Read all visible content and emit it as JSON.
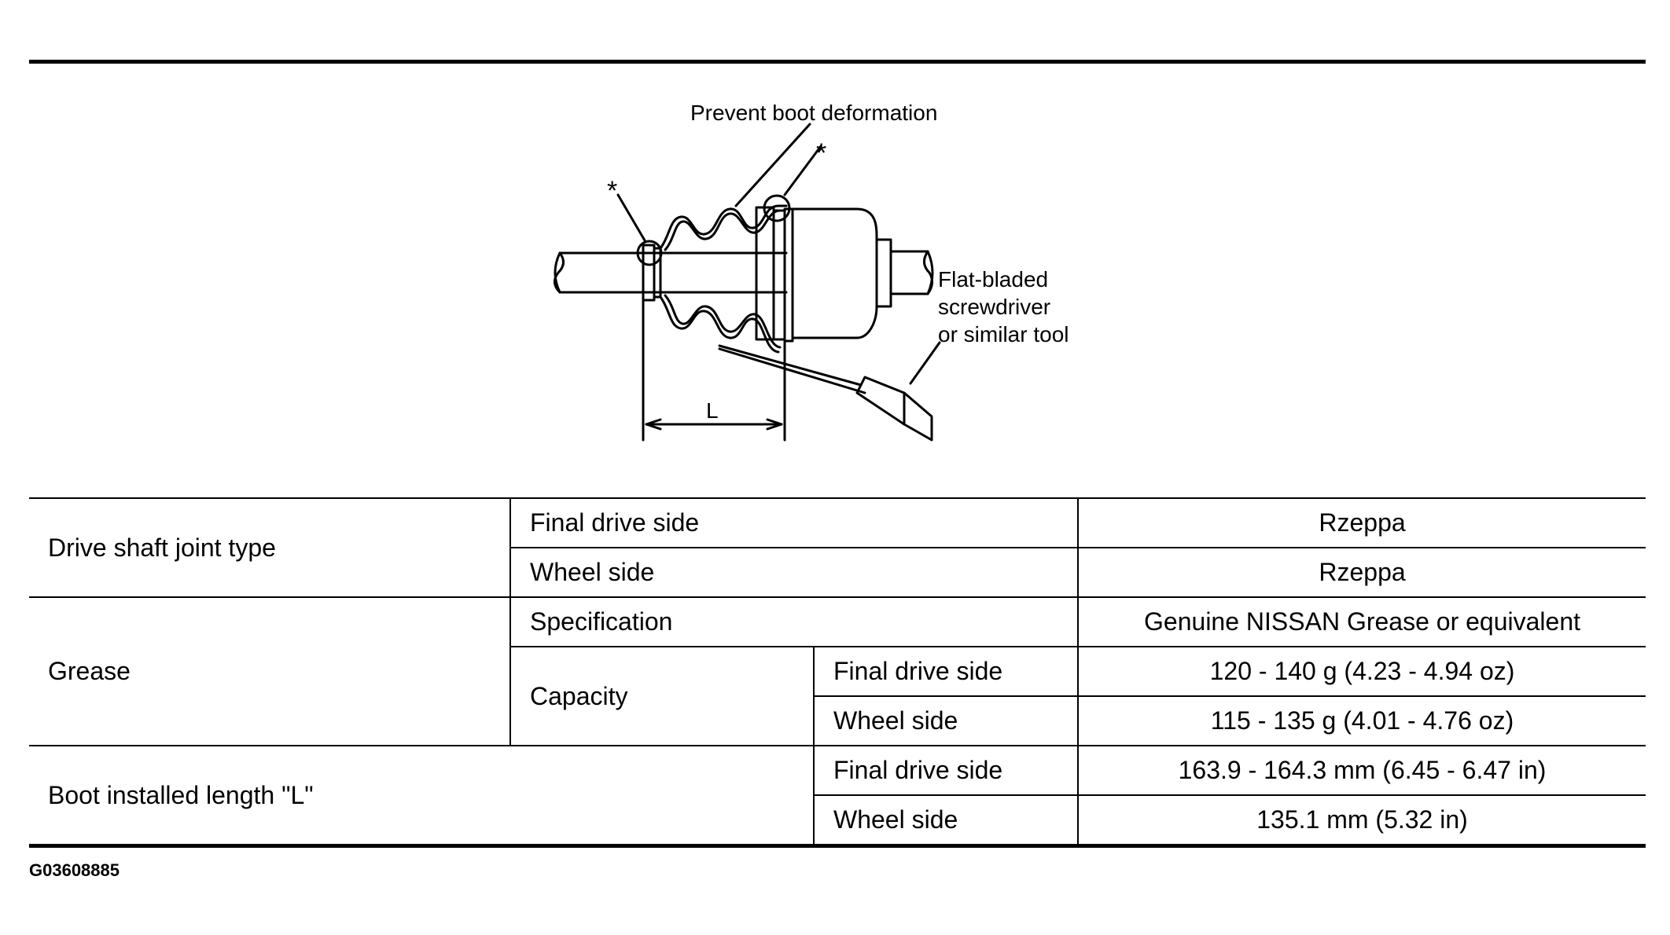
{
  "figure": {
    "label_prevent": "Prevent boot deformation",
    "label_tool_1": "Flat-bladed",
    "label_tool_2": "screwdriver",
    "label_tool_3": "or similar tool",
    "label_length": "L",
    "asterisk_left": "*",
    "asterisk_right": "*"
  },
  "table": {
    "joint_type": {
      "label": "Drive shaft joint type",
      "final_drive_side": {
        "label": "Final drive side",
        "value": "Rzeppa"
      },
      "wheel_side": {
        "label": "Wheel side",
        "value": "Rzeppa"
      }
    },
    "grease": {
      "label": "Grease",
      "specification": {
        "label": "Specification",
        "value": "Genuine NISSAN Grease or equivalent"
      },
      "capacity": {
        "label": "Capacity",
        "final_drive_side": {
          "label": "Final drive side",
          "value": "120 - 140 g (4.23 - 4.94 oz)"
        },
        "wheel_side": {
          "label": "Wheel side",
          "value": "115 - 135 g (4.01 - 4.76 oz)"
        }
      }
    },
    "boot_length": {
      "label": "Boot installed length \"L\"",
      "final_drive_side": {
        "label": "Final drive side",
        "value": "163.9 - 164.3 mm (6.45 - 6.47 in)"
      },
      "wheel_side": {
        "label": "Wheel side",
        "value": "135.1 mm (5.32 in)"
      }
    }
  },
  "figure_code": "G03608885"
}
